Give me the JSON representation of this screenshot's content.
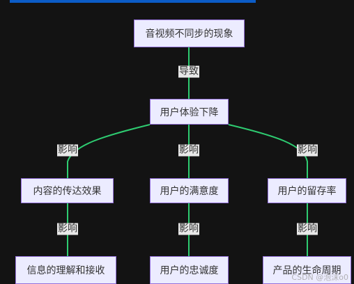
{
  "diagram": {
    "nodes": {
      "root": "音视频不同步的现象",
      "experience": "用户体验下降",
      "content": "内容的传达效果",
      "satisfaction": "用户的满意度",
      "retention": "用户的留存率",
      "info": "信息的理解和接收",
      "loyalty": "用户的忠诚度",
      "lifecycle": "产品的生命周期"
    },
    "edges": [
      {
        "from": "root",
        "to": "experience",
        "label": "导致"
      },
      {
        "from": "experience",
        "to": "content",
        "label": "影响"
      },
      {
        "from": "experience",
        "to": "satisfaction",
        "label": "影响"
      },
      {
        "from": "experience",
        "to": "retention",
        "label": "影响"
      },
      {
        "from": "content",
        "to": "info",
        "label": "影响"
      },
      {
        "from": "satisfaction",
        "to": "loyalty",
        "label": "影响"
      },
      {
        "from": "retention",
        "to": "lifecycle",
        "label": "影响"
      }
    ],
    "colors": {
      "background": "#131313",
      "node_fill": "#ececff",
      "node_border": "#9370db",
      "edge": "#2ecc71",
      "label_bg": "#e8e8e8",
      "top_bar": "#0b5cc7"
    }
  },
  "watermark": "CSDN @泡沫o0"
}
